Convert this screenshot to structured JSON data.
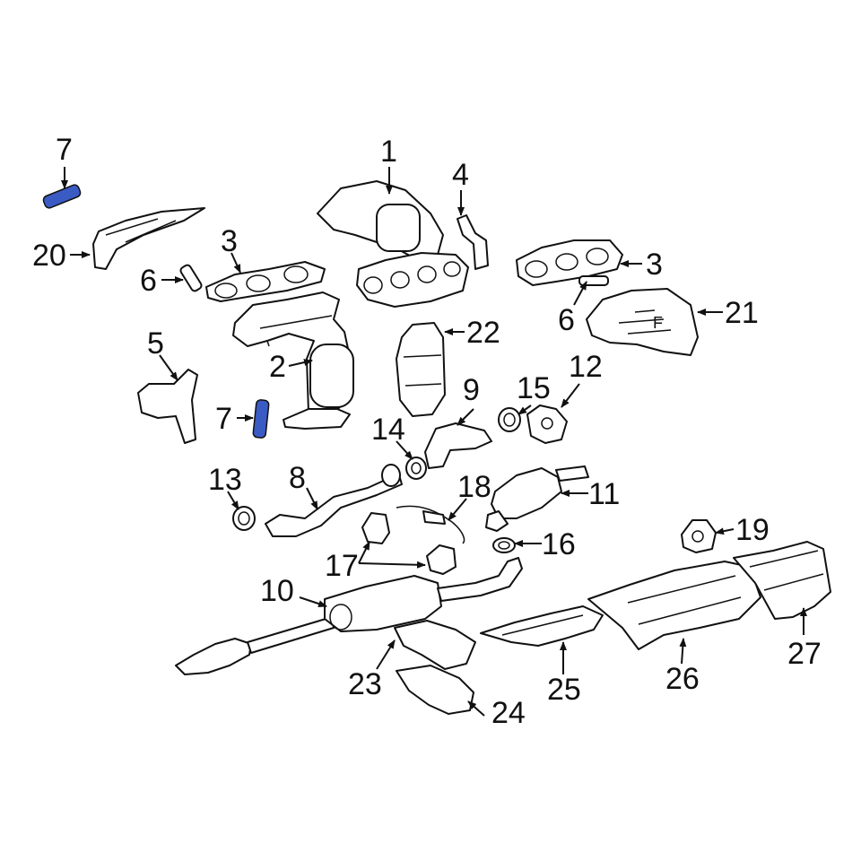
{
  "callouts": {
    "c1": "1",
    "c2": "2",
    "c3a": "3",
    "c3b": "3",
    "c4": "4",
    "c5": "5",
    "c6a": "6",
    "c6b": "6",
    "c7a": "7",
    "c7b": "7",
    "c8": "8",
    "c9": "9",
    "c10": "10",
    "c11": "11",
    "c12": "12",
    "c13": "13",
    "c14": "14",
    "c15": "15",
    "c16": "16",
    "c17": "17",
    "c18": "18",
    "c19": "19",
    "c20": "20",
    "c21": "21",
    "c22": "22",
    "c23": "23",
    "c24": "24",
    "c25": "25",
    "c26": "26",
    "c27": "27"
  },
  "heat_shield_marking": "F",
  "colors": {
    "highlight": "#3b5bc4",
    "line": "#111111",
    "background": "#ffffff"
  }
}
